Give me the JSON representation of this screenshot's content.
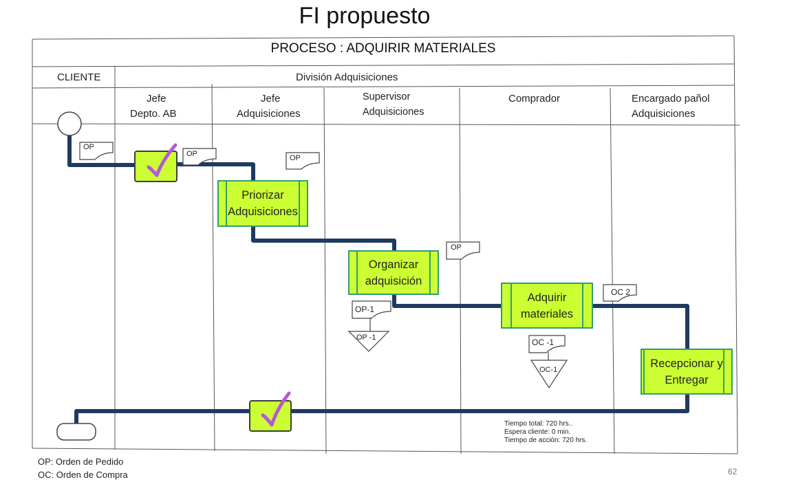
{
  "title": "FI propuesto",
  "process_title": "PROCESO : ADQUIRIR MATERIALES",
  "headers": {
    "client": "CLIENTE",
    "division": "División  Adquisiciones"
  },
  "lanes": {
    "jefe_depto": [
      "Jefe",
      "Depto.  AB"
    ],
    "jefe_adq": [
      "Jefe",
      "Adquisiciones"
    ],
    "supervisor": [
      "Supervisor",
      "Adquisiciones"
    ],
    "comprador": [
      "Comprador"
    ],
    "encargado": [
      "Encargado pañol",
      "Adquisiciones"
    ]
  },
  "activities": {
    "priorizar": [
      "Priorizar",
      "Adquisiciones"
    ],
    "organizar": [
      "Organizar",
      "adquisición"
    ],
    "adquirir": [
      "Adquirir",
      "materiales"
    ],
    "recepcionar": [
      "Recepcionar  y",
      "Entregar"
    ]
  },
  "documents": {
    "op_client": "OP",
    "op_jefe": "OP",
    "op_adq": "OP",
    "op_sup": "OP",
    "op1": "OP-1",
    "oc2": "OC 2",
    "oc_minus1": "OC -1"
  },
  "archives": {
    "op_archive": "OP -1",
    "oc_archive": "OC-1"
  },
  "notes": [
    "Tiempo total: 720 hrs..",
    "Espera cliente: 0 min.",
    "Tiempo de acción: 720 hrs."
  ],
  "legend": [
    "OP: Orden de Pedido",
    "OC: Orden de Compra"
  ],
  "page_number": "62",
  "colors": {
    "flow_line": "#1f3a5f",
    "activity_fill": "#ccff33",
    "activity_border": "#2f9e6e",
    "check_mark": "#b35ad6"
  }
}
